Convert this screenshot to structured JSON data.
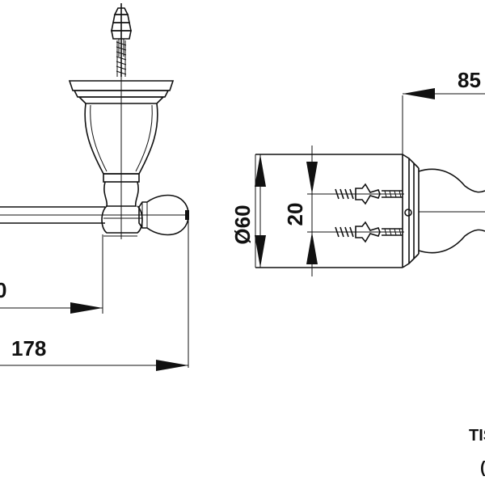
{
  "drawing": {
    "dimensions": {
      "overall_height": "85",
      "diameter": "Ø60",
      "fixing_spacing": "20",
      "rail_partial": "0",
      "overall_length": "178"
    },
    "product_code_partial": "TIS",
    "product_code_line2": "("
  }
}
